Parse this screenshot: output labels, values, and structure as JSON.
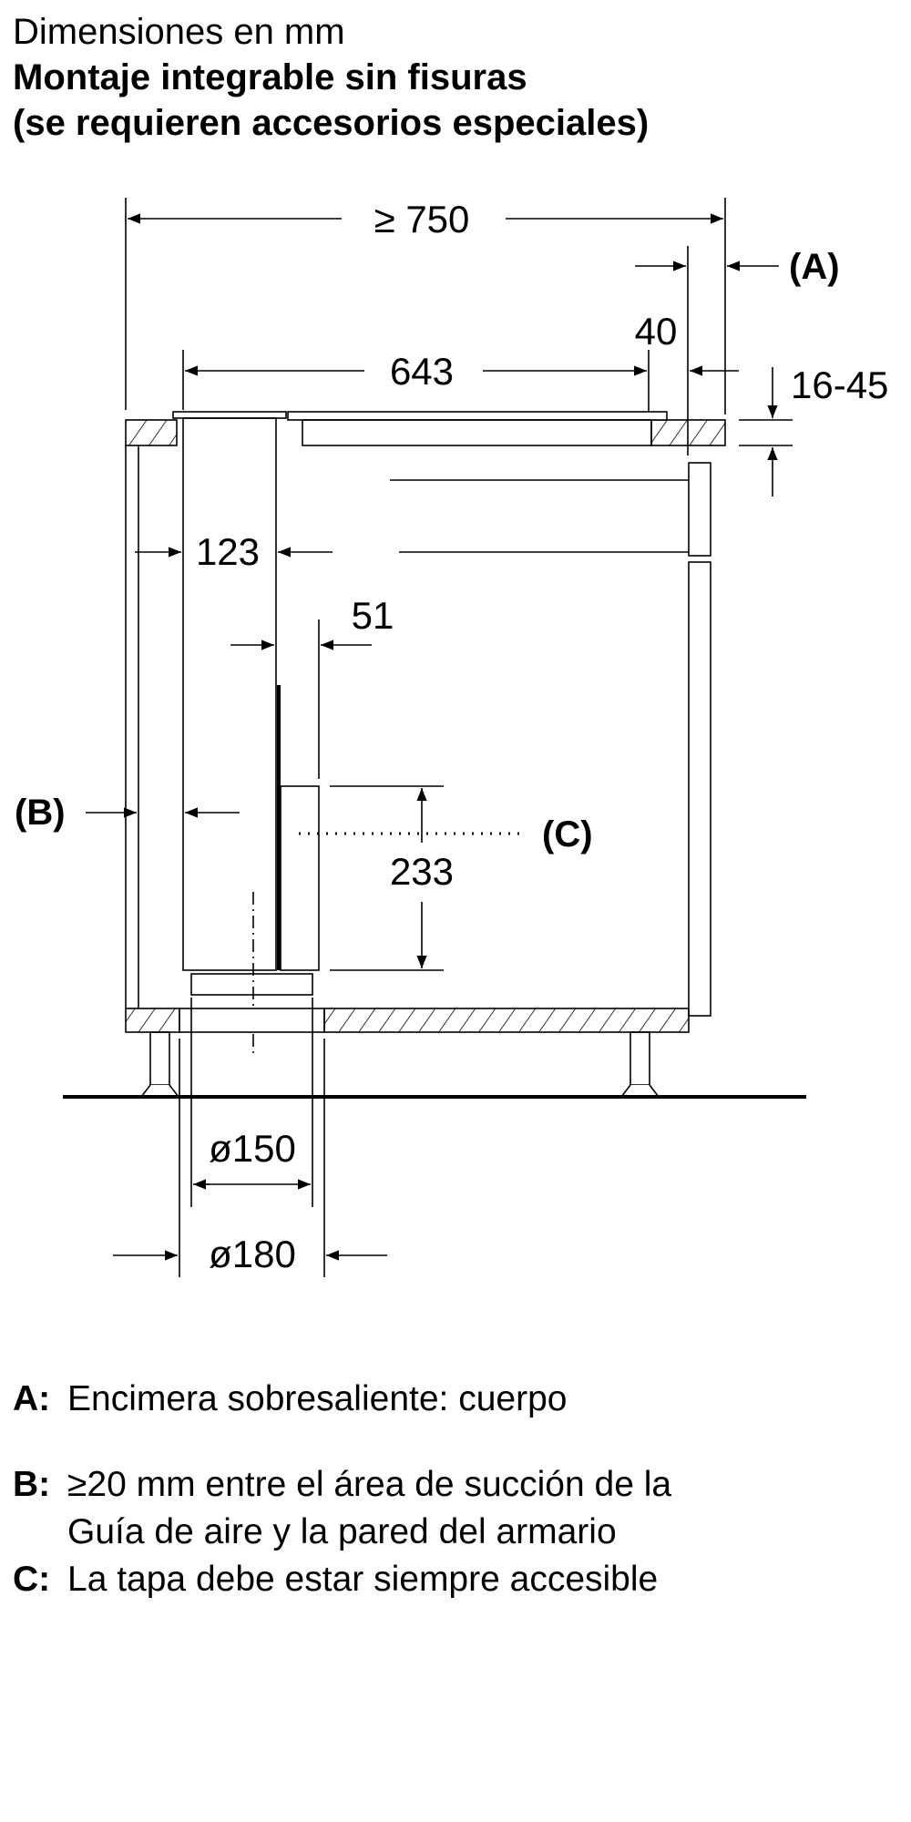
{
  "title": {
    "line1": "Dimensiones en mm",
    "line2": "Montaje integrable sin fisuras",
    "line3": "(se requieren accesorios especiales)"
  },
  "dimensions": {
    "total_width": "≥ 750",
    "overhang": "40",
    "hob_width": "643",
    "countertop_thickness": "16-45",
    "duct_width": "123",
    "duct_gap": "51",
    "lid_height": "233",
    "duct_diameter_inner": "ø150",
    "duct_diameter_outer": "ø180"
  },
  "callouts": {
    "a": "(A)",
    "b": "(B)",
    "c": "(C)"
  },
  "legend": [
    {
      "key": "A:",
      "text": "Encimera sobresaliente: cuerpo"
    },
    {
      "key": "B:",
      "text": "≥20 mm entre el área de succión de la",
      "text2": "Guía de aire y la pared del armario"
    },
    {
      "key": "C:",
      "text": "La tapa debe estar siempre accesible"
    }
  ]
}
